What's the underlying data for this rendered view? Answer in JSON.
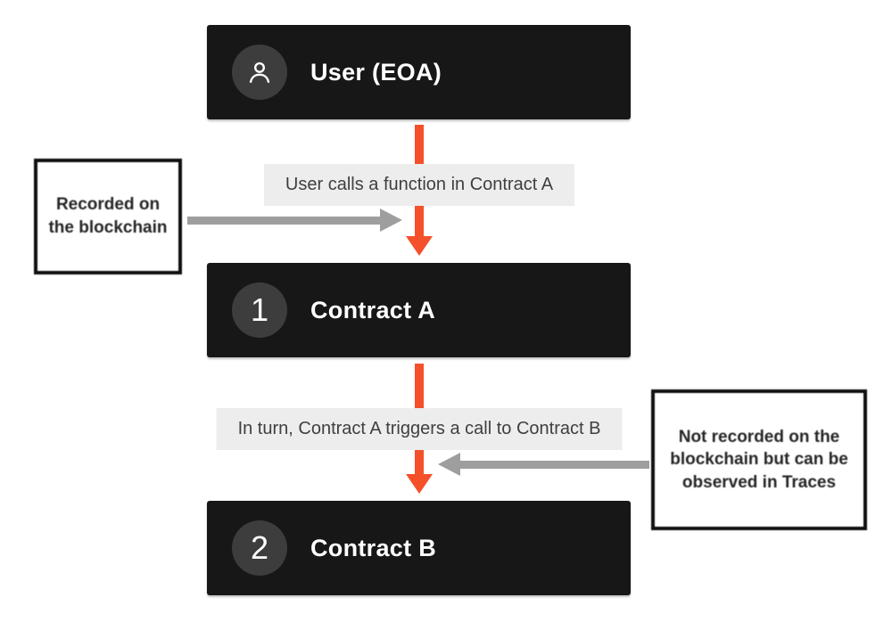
{
  "diagram": {
    "nodes": [
      {
        "id": "user-eoa",
        "label": "User (EOA)",
        "icon": "user-icon"
      },
      {
        "id": "contract-a",
        "label": "Contract A",
        "badge": "1"
      },
      {
        "id": "contract-b",
        "label": "Contract B",
        "badge": "2"
      }
    ],
    "edge_labels": [
      "User calls a function in Contract A",
      "In turn, Contract A triggers a call to Contract B"
    ],
    "annotations": [
      "Recorded on the blockchain",
      "Not recorded on the blockchain but can be observed in Traces"
    ],
    "colors": {
      "node_background": "#171717",
      "badge_background": "#3d3d3d",
      "flow_arrow": "#f4502a",
      "annotation_arrow": "#9e9e9e",
      "edge_label_background": "#ededed",
      "annotation_border": "#101010"
    }
  }
}
